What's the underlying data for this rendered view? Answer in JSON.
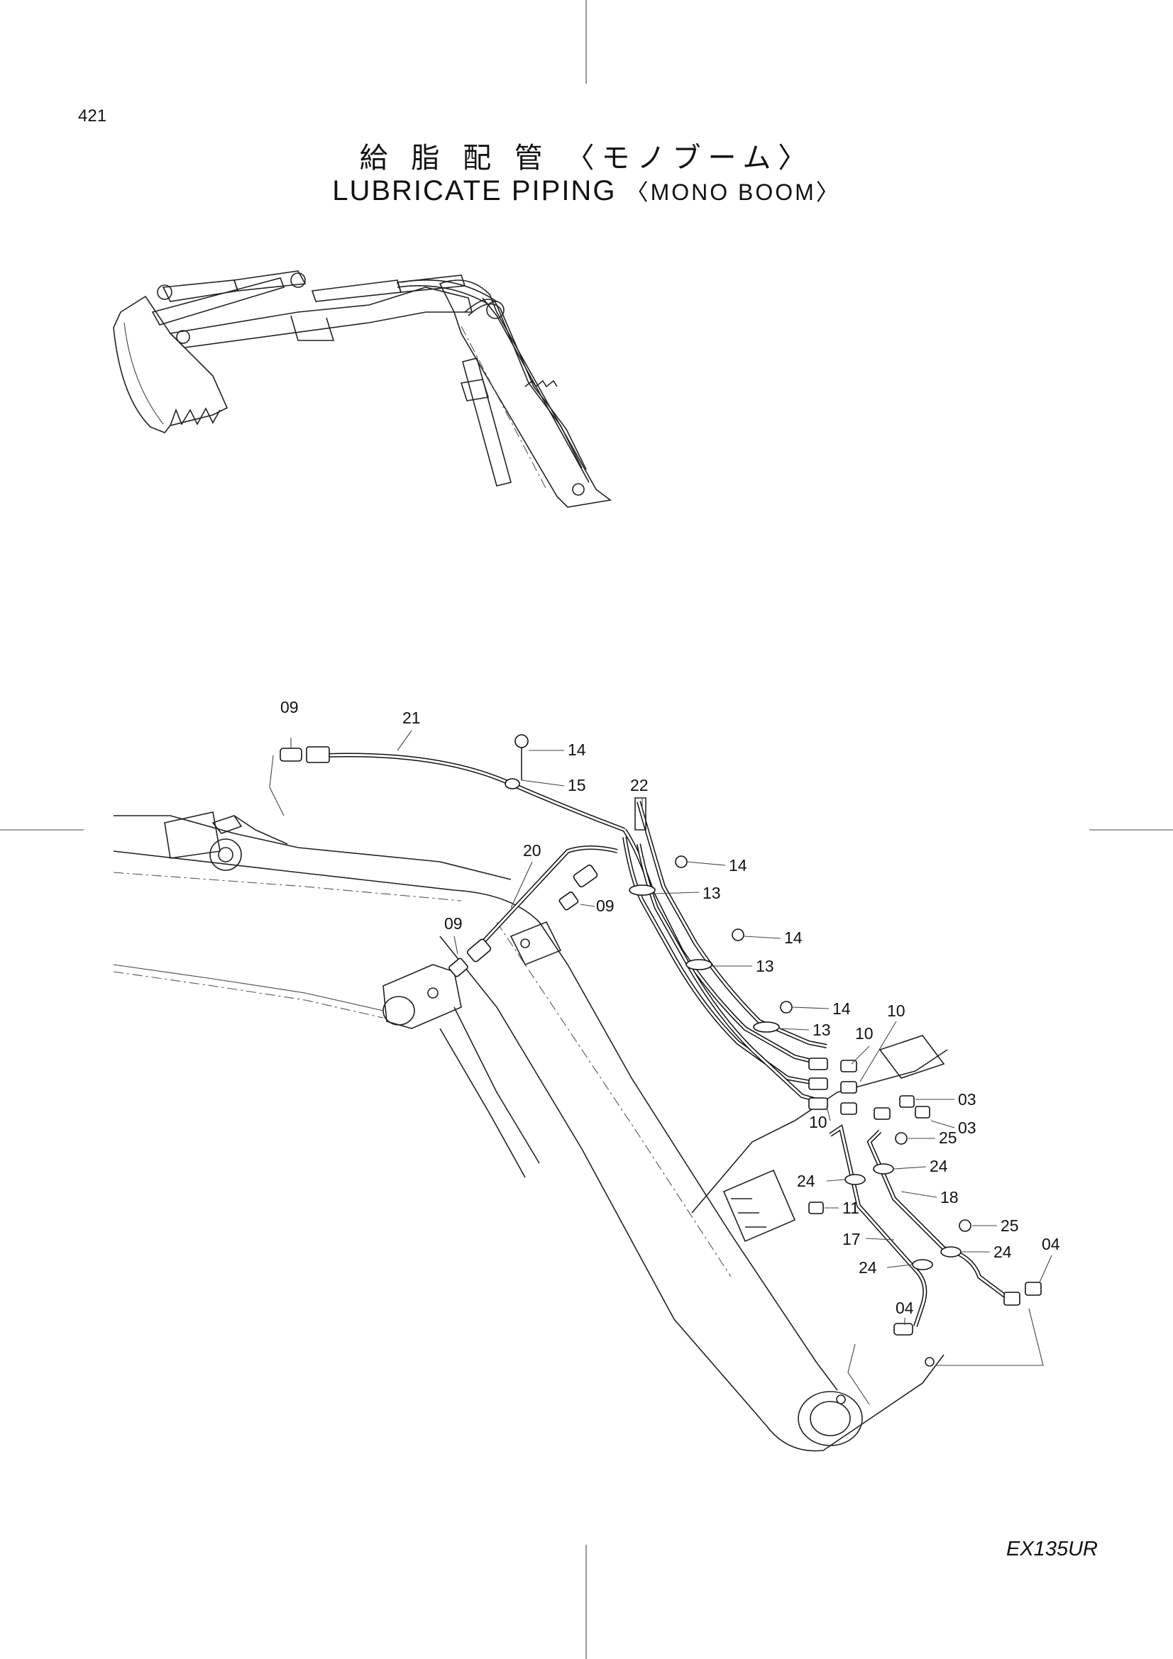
{
  "page_number": "421",
  "title_jp": "給 脂 配 管",
  "title_jp_sub": "〈モノブーム〉",
  "title_en": "LUBRICATE PIPING",
  "title_en_sub": "〈MONO BOOM〉",
  "model": "EX135UR",
  "callouts": {
    "c09a": "09",
    "c21": "21",
    "c14a": "14",
    "c15": "15",
    "c22": "22",
    "c20": "20",
    "c09b": "09",
    "c14b": "14",
    "c13a": "13",
    "c09c": "09",
    "c14c": "14",
    "c13b": "13",
    "c14d": "14",
    "c13c": "13",
    "c10a": "10",
    "c10b": "10",
    "c10c": "10",
    "c03a": "03",
    "c03b": "03",
    "c25a": "25",
    "c24a": "24",
    "c24b": "24",
    "c18": "18",
    "c11": "11",
    "c17": "17",
    "c25b": "25",
    "c24c": "24",
    "c04a": "04",
    "c24d": "24",
    "c04b": "04"
  }
}
